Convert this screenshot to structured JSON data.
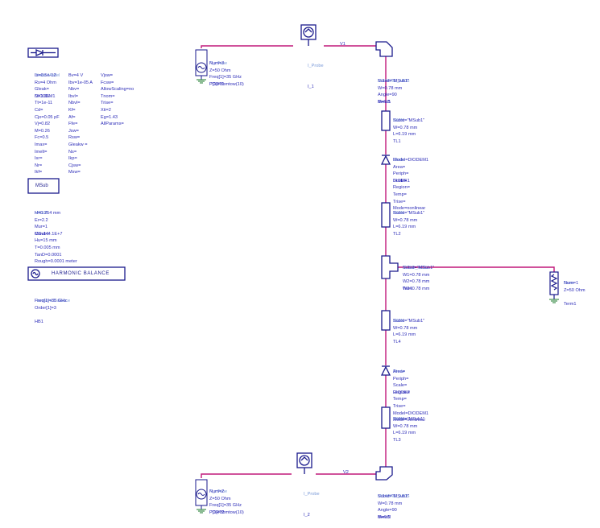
{
  "diode_model": {
    "title": "Diode Model",
    "name": "DIODEM1",
    "col1": [
      "Is=0.5e-12",
      "Rs=4 Ohm",
      "Gleak=",
      "N=1.05",
      "Tt=1e-11",
      "Cd=",
      "Cjo=0.05 pF",
      "Vj=0.82",
      "M=0.26",
      "Fc=0.5",
      "Imax=",
      "Imelt=",
      "Isr=",
      "Nr=",
      "Ikf="
    ],
    "col2": [
      "Bv=4 V",
      "Ibv=1e-05 A",
      "Nbv=",
      "Ibvl=",
      "Nbvl=",
      "Kf=",
      "Af=",
      "Ffe=",
      "Jsw=",
      "Rsw=",
      "Gleakw =",
      "Ns=",
      "Ikp=",
      "Cjsw=",
      "Msw="
    ],
    "col3": [
      "Vjsw=",
      "Fcsw=",
      "AllowScaling=no",
      "Tnom=",
      "Trise=",
      "Xti=2",
      "Eg=1.43",
      "AllParams="
    ]
  },
  "msub": {
    "icon_label": "MSub",
    "title": "MSUB",
    "name": "MSub1",
    "params": [
      "H=0.254 mm",
      "Er=2.2",
      "Mur=1",
      "Cond=4.1E+7",
      "Hu=15 mm",
      "T=0.005 mm",
      "TanD=0.0001",
      "Rough=0.0001 meter"
    ]
  },
  "hb": {
    "icon_label": "HARMONIC BALANCE",
    "title": "HarmonicBalance",
    "name": "HB1",
    "params": [
      "Freq[1]=35 GHz",
      "Order[1]=3"
    ]
  },
  "port1": {
    "title": "P_nTone",
    "name": "PORT1",
    "params": [
      "Num=3",
      "Z=50 Ohm",
      "Freq[1]=35 GHz",
      "P[1]=dbmtow(10)"
    ]
  },
  "port2": {
    "title": "P_nTone",
    "name": "PORT2",
    "params": [
      "Num=2",
      "Z=50 Ohm",
      "Freq[1]=35 GHz",
      "P[1]=dbmtow(10)"
    ]
  },
  "probe1": {
    "title": "I_Probe",
    "name": "I_1"
  },
  "probe2": {
    "title": "I_Probe",
    "name": "I_2"
  },
  "v1": "V1",
  "v2": "V2",
  "bend1": {
    "title": "MSABND_MDS",
    "name": "Bend1",
    "params": [
      "Subst=\"MSub1\"",
      "W=0.78 mm",
      "Angle=90",
      "M=0.5"
    ]
  },
  "bend2": {
    "title": "MSABND_MDS",
    "name": "Bend2",
    "params": [
      "Subst=\"MSub1\"",
      "W=0.78 mm",
      "Angle=90",
      "M=0.5"
    ]
  },
  "tl1": {
    "title": "MLIN",
    "name": "TL1",
    "params": [
      "Subst=\"MSub1\"",
      "W=0.78 mm",
      "L=6.19 mm"
    ]
  },
  "diode1": {
    "title": "Diode",
    "name": "DIODE1",
    "params": [
      "Model=DIODEM1",
      "Area=",
      "Periph=",
      "Scale=",
      "Region=",
      "Temp=",
      "Trise=",
      "Mode=nonlinear"
    ]
  },
  "tl2": {
    "title": "MLIN",
    "name": "TL2",
    "params": [
      "Subst=\"MSub1\"",
      "W=0.78 mm",
      "L=6.19 mm"
    ]
  },
  "tee": {
    "title": "MTEE_ADS",
    "name": "Tee1",
    "params": [
      "Subst=\"MSub1\"",
      "W1=0.78 mm",
      "W2=0.78 mm",
      "W3=0.78 mm"
    ]
  },
  "term": {
    "title": "Term",
    "name": "Term1",
    "params": [
      "Num=1",
      "Z=50 Ohm"
    ]
  },
  "tl4": {
    "title": "MLIN",
    "name": "TL4",
    "params": [
      "Subst=\"MSub1\"",
      "W=0.78 mm",
      "L=6.19 mm"
    ]
  },
  "diode2": {
    "title": "Diode",
    "name": "DIODE2",
    "params": [
      "Area=",
      "Periph=",
      "Scale=",
      "Region=",
      "Temp=",
      "Trise=",
      "Model=DIODEM1",
      "Mode=nonlinear"
    ]
  },
  "tl3": {
    "title": "MLIN",
    "name": "TL3",
    "params": [
      "Subst=\"MSub1\"",
      "W=0.78 mm",
      "L=6.19 mm"
    ]
  },
  "colors": {
    "wire": "#c0187a",
    "component": "#1a1a8c",
    "text": "#2d2db8",
    "title": "#7a9ad8",
    "ground": "#1a7a2a"
  }
}
